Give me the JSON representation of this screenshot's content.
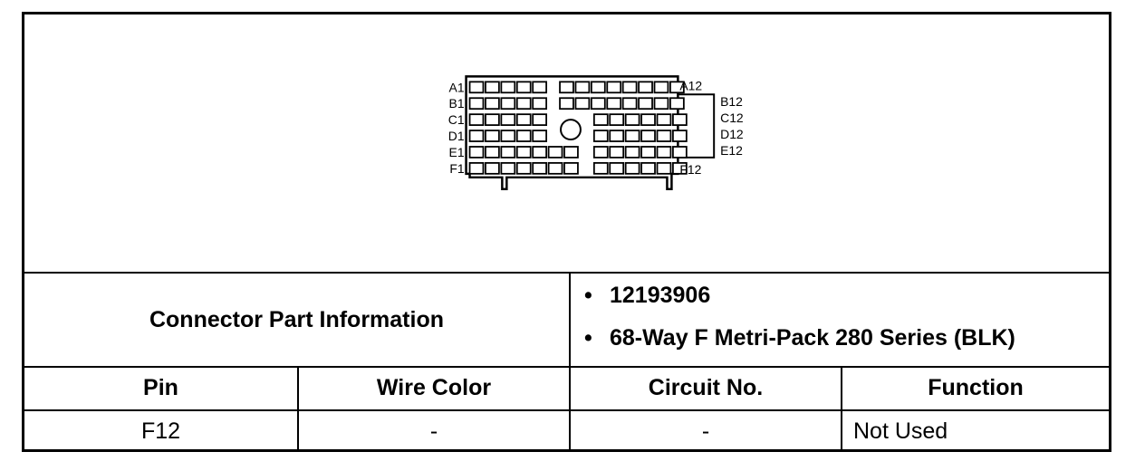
{
  "connector": {
    "pins_left": [
      "A1",
      "B1",
      "C1",
      "D1",
      "E1",
      "F1"
    ],
    "pins_right": [
      "A12",
      "B12",
      "C12",
      "D12",
      "E12",
      "F12"
    ]
  },
  "part_info": {
    "label": "Connector Part Information",
    "bullets": [
      "12193906",
      "68-Way F Metri-Pack 280 Series (BLK)"
    ]
  },
  "table": {
    "headers": [
      "Pin",
      "Wire Color",
      "Circuit No.",
      "Function"
    ],
    "rows": [
      [
        "F12",
        "-",
        "-",
        "Not Used"
      ]
    ]
  }
}
